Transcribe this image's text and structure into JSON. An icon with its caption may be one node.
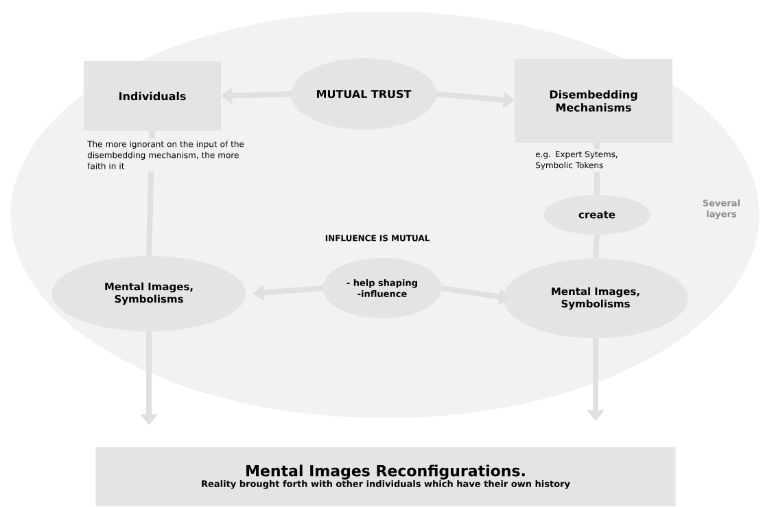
{
  "diagram": {
    "nodes": [
      {
        "text": [
          "Several layers"
        ]
      },
      {
        "text": [
          "Individuals"
        ],
        "beside": [
          "The more ignorant on the input of the disembedding mechanism, the more faith in it"
        ],
        "in": 0
      },
      {
        "text": [
          "MUTUAL TRUST"
        ],
        "in": 0
      },
      {
        "text": [
          "Disembedding Mechanisms"
        ],
        "beside": [
          "e.g. Expert Sytems, Symbolic Tokens"
        ],
        "in": 0
      },
      {
        "text": [
          "create"
        ],
        "in": 0
      },
      {
        "text": [
          "Mental Images, Symbolisms"
        ],
        "in": 0
      },
      {
        "text": [
          "- help shaping -influence"
        ],
        "in": 0
      },
      {
        "text": [
          "Mental Images, Symbolisms"
        ],
        "in": 0
      },
      {
        "text": [
          "Mental Images Reconfigurations.",
          "Reality brought forth with other individuals which have their own history"
        ]
      }
    ],
    "edges": [
      {
        "from": 2,
        "to": 1,
        "arrow": "to"
      },
      {
        "from": 2,
        "to": 3,
        "arrow": "to"
      },
      {
        "from": 1,
        "to": 5,
        "arrow": "none"
      },
      {
        "from": 3,
        "to": 4,
        "arrow": "none"
      },
      {
        "from": 4,
        "to": 7,
        "arrow": "none"
      },
      {
        "from": 6,
        "to": 5,
        "arrow": "to"
      },
      {
        "from": 6,
        "to": 7,
        "arrow": "to"
      },
      {
        "from": 5,
        "to": 8,
        "arrow": "to"
      },
      {
        "from": 7,
        "to": 8,
        "arrow": "to"
      }
    ],
    "labels": [
      "INFLUENCE IS MUTUAL"
    ]
  }
}
